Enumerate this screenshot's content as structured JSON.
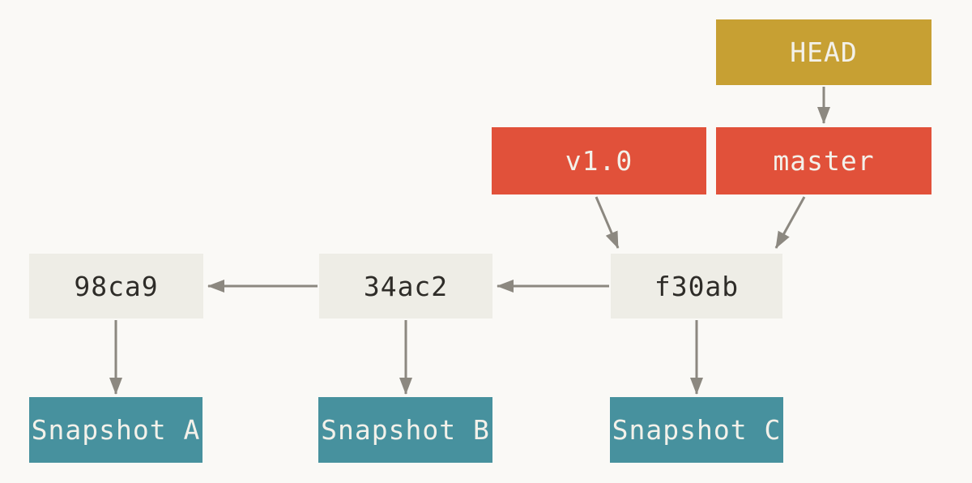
{
  "diagram": {
    "refs": {
      "head": "HEAD",
      "tag_v1": "v1.0",
      "branch_master": "master"
    },
    "commits": [
      "98ca9",
      "34ac2",
      "f30ab"
    ],
    "snapshots": [
      "Snapshot A",
      "Snapshot B",
      "Snapshot C"
    ]
  },
  "colors": {
    "background": "#FAF9F6",
    "head_box": "#C7A033",
    "ref_box": "#E1513A",
    "commit_box": "#EEEDE6",
    "snapshot_box": "#47919E",
    "light_text": "#F3F1EA",
    "dark_text": "#2E2C28",
    "arrow": "#8C8880"
  }
}
